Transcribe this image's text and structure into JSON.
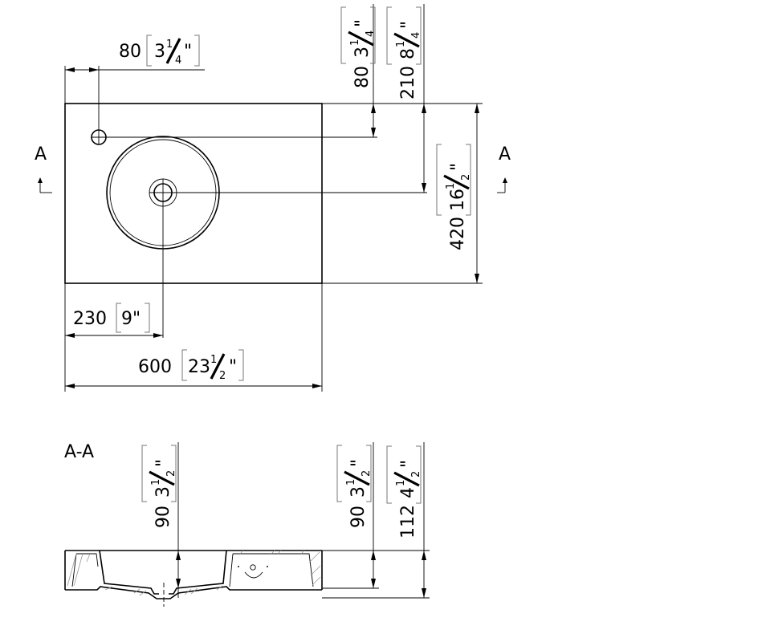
{
  "units": {
    "metric": "mm",
    "imperial": "inch"
  },
  "top_view": {
    "section_marker_left": "A",
    "section_marker_right": "A",
    "dimensions": {
      "tap_offset_x": {
        "mm": "80",
        "in_whole": "3",
        "in_num": "1",
        "in_den": "4",
        "in_mark": "\""
      },
      "tap_offset_y": {
        "mm": "80",
        "in_whole": "3",
        "in_num": "1",
        "in_den": "4",
        "in_mark": "\""
      },
      "drain_offset_y": {
        "mm": "210",
        "in_whole": "8",
        "in_num": "1",
        "in_den": "4",
        "in_mark": "\""
      },
      "depth": {
        "mm": "420",
        "in_whole": "16",
        "in_num": "1",
        "in_den": "2",
        "in_mark": "\""
      },
      "drain_offset_x": {
        "mm": "230",
        "in_text": "9\""
      },
      "width": {
        "mm": "600",
        "in_whole": "23",
        "in_num": "1",
        "in_den": "2",
        "in_mark": "\""
      }
    }
  },
  "section_view": {
    "title": "A-A",
    "dimensions": {
      "bowl_depth": {
        "mm": "90",
        "in_whole": "3",
        "in_num": "1",
        "in_den": "2",
        "in_mark": "\""
      },
      "basin_height": {
        "mm": "90",
        "in_whole": "3",
        "in_num": "1",
        "in_den": "2",
        "in_mark": "\""
      },
      "total_height": {
        "mm": "112",
        "in_whole": "4",
        "in_num": "1",
        "in_den": "2",
        "in_mark": "\""
      }
    }
  }
}
